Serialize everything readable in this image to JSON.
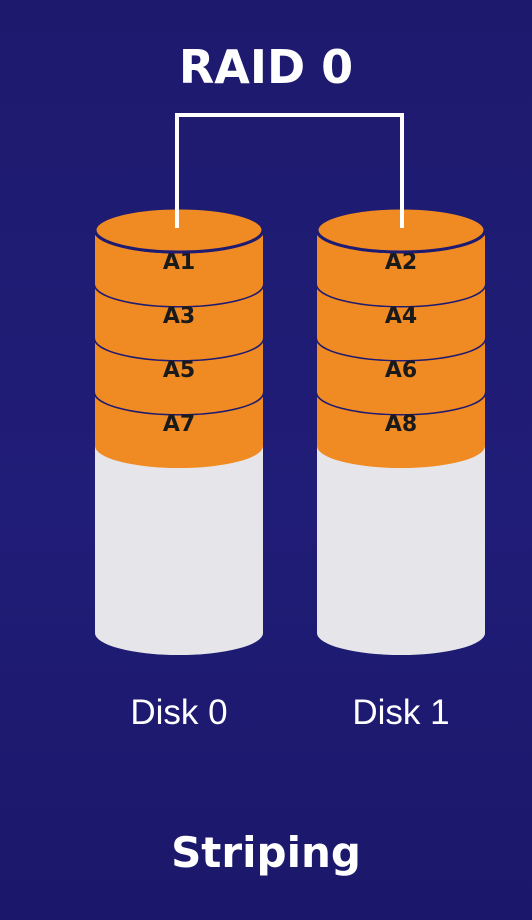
{
  "title": "RAID 0",
  "footer": "Striping",
  "colors": {
    "background": "#1e1b73",
    "block_fill": "#f08a22",
    "block_outline": "#1e1b73",
    "empty_disk": "#e6e6ea",
    "connector": "#ffffff",
    "text_light": "#ffffff",
    "text_dark": "#1a1a1a"
  },
  "disks": [
    {
      "label": "Disk 0",
      "blocks": [
        "A1",
        "A3",
        "A5",
        "A7"
      ]
    },
    {
      "label": "Disk 1",
      "blocks": [
        "A2",
        "A4",
        "A6",
        "A8"
      ]
    }
  ]
}
